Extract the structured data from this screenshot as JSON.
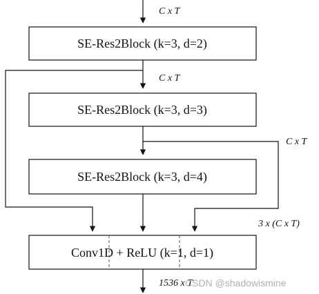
{
  "blocks": {
    "block1": "SE-Res2Block (k=3, d=2)",
    "block2": "SE-Res2Block (k=3, d=3)",
    "block3": "SE-Res2Block (k=3, d=4)",
    "conv": "Conv1D + ReLU (k=1, d=1)"
  },
  "dims": {
    "input": "C x T",
    "after_block1": "C x T",
    "after_block2": "C x T",
    "concat": "3 x (C x T)",
    "output": "1536 x T"
  },
  "watermark": "CSDN @shadowismine"
}
